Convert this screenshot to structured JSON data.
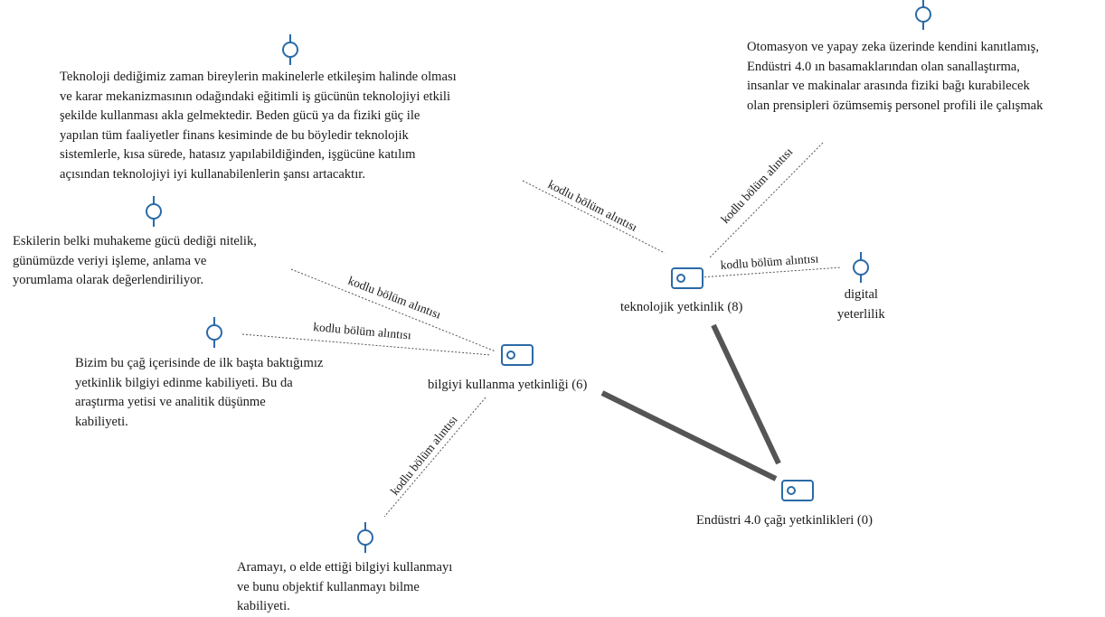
{
  "colors": {
    "icon": "#2b6aa6",
    "thin_link": "#555555",
    "thick_link": "#555555",
    "text": "#1a1a1a"
  },
  "quotes": {
    "teknoloji": "Teknoloji dediğimiz zaman bireylerin makinelerle etkileşim halinde olması\nve karar mekanizmasının odağındaki eğitimli iş gücünün teknolojiyi etkili\nşekilde kullanması akla gelmektedir. Beden gücü ya da fiziki güç ile\nyapılan tüm faaliyetler finans kesiminde de bu böyledir teknolojik\nsistemlerle, kısa sürede, hatasız yapılabildiğinden, işgücüne katılım\naçısından teknolojiyi iyi kullanabilenlerin şansı artacaktır.",
    "otomasyon": "Otomasyon ve yapay zeka üzerinde kendini kanıtlamış,\nEndüstri 4.0 ın basamaklarından olan sanallaştırma,\ninsanlar ve makinalar arasında fiziki bağı kurabilecek\nolan prensipleri özümsemiş personel profili ile çalışmak",
    "eskiler": "Eskilerin belki muhakeme gücü dediği nitelik,\ngünümüzde veriyi işleme, anlama ve\nyorumlama olarak değerlendiriliyor.",
    "bizim": "Bizim bu çağ içerisinde de ilk başta baktığımız\nyetkinlik bilgiyi edinme kabiliyeti. Bu da\naraştırma yetisi ve analitik düşünme\nkabiliyeti.",
    "arama": "Aramayı, o elde ettiği bilgiyi kullanmayı\nve bunu objektif kullanmayı bilme\nkabiliyeti.",
    "digital": "digital\nyeterlilik"
  },
  "codes": {
    "teknolojik": "teknolojik yetkinlik (8)",
    "bilgiyi": "bilgiyi kullanma yetkinliği (6)",
    "endustri": "Endüstri 4.0 çağı yetkinlikleri (0)"
  },
  "link_label": "kodlu bölüm alıntısı"
}
